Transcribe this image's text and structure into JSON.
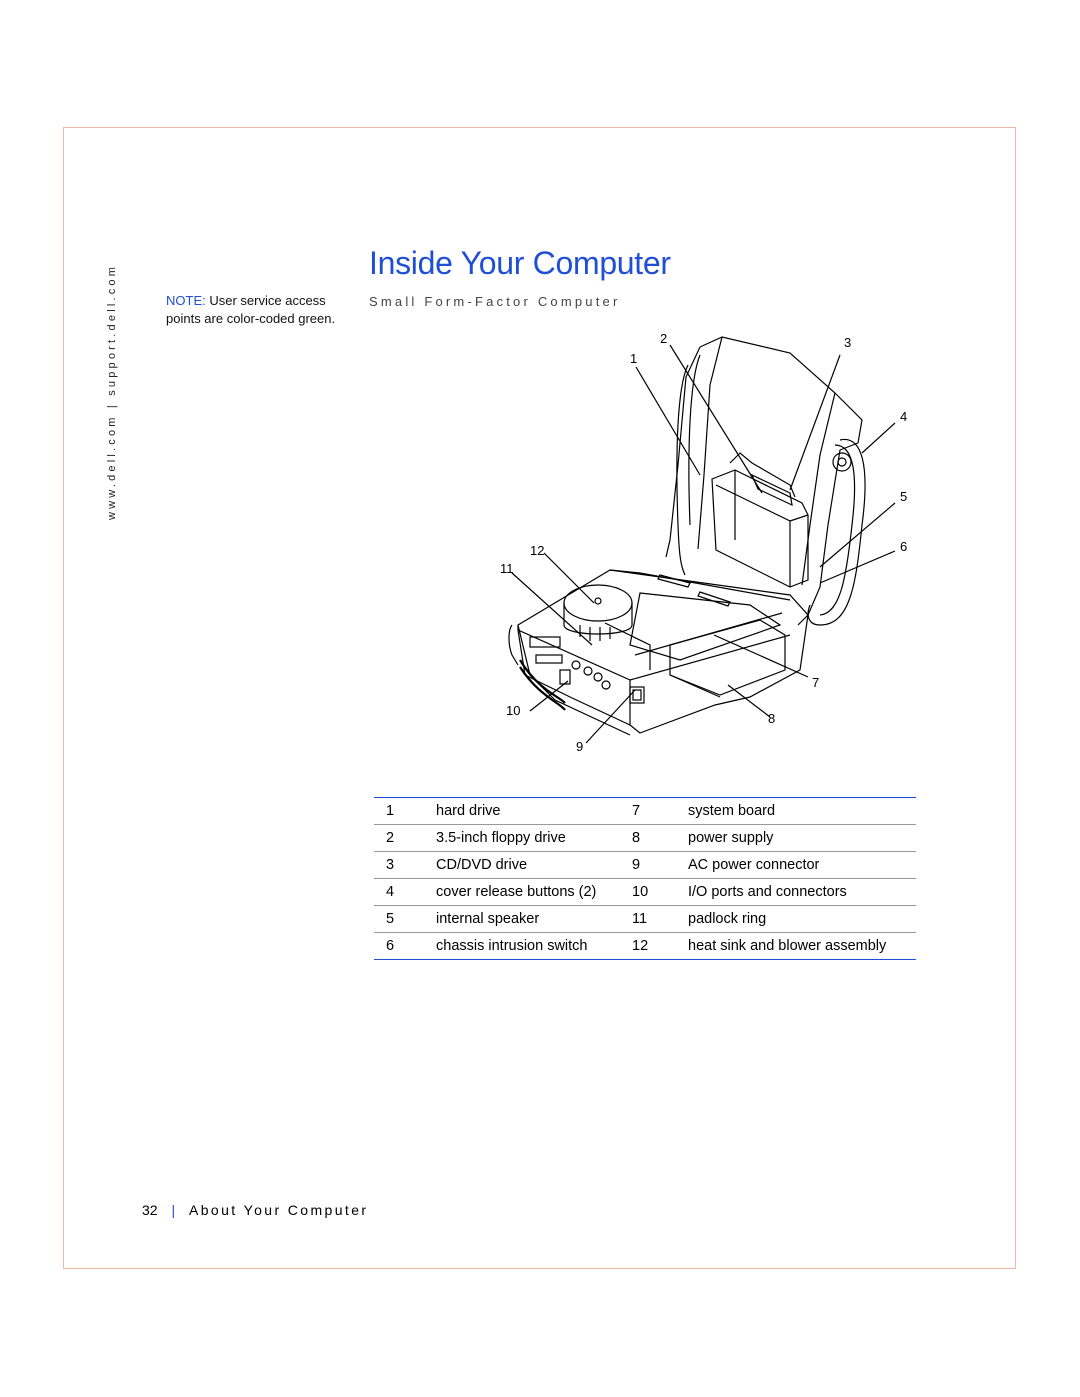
{
  "page": {
    "side_url": "www.dell.com | support.dell.com",
    "title": "Inside Your Computer",
    "subtitle": "Small Form-Factor Computer",
    "note": {
      "label": "NOTE:",
      "text": "User service access points are color-coded green."
    },
    "figure": {
      "callouts": [
        "1",
        "2",
        "3",
        "4",
        "5",
        "6",
        "7",
        "8",
        "9",
        "10",
        "11",
        "12"
      ]
    },
    "parts": [
      {
        "n1": "1",
        "d1": "hard drive",
        "n2": "7",
        "d2": "system board"
      },
      {
        "n1": "2",
        "d1": "3.5-inch floppy drive",
        "n2": "8",
        "d2": "power supply"
      },
      {
        "n1": "3",
        "d1": "CD/DVD drive",
        "n2": "9",
        "d2": "AC power connector"
      },
      {
        "n1": "4",
        "d1": "cover release buttons (2)",
        "n2": "10",
        "d2": "I/O ports and connectors"
      },
      {
        "n1": "5",
        "d1": "internal speaker",
        "n2": "11",
        "d2": "padlock ring"
      },
      {
        "n1": "6",
        "d1": "chassis intrusion switch",
        "n2": "12",
        "d2": "heat sink and blower assembly"
      }
    ],
    "footer": {
      "page_number": "32",
      "separator": "|",
      "section": "About Your Computer"
    }
  }
}
